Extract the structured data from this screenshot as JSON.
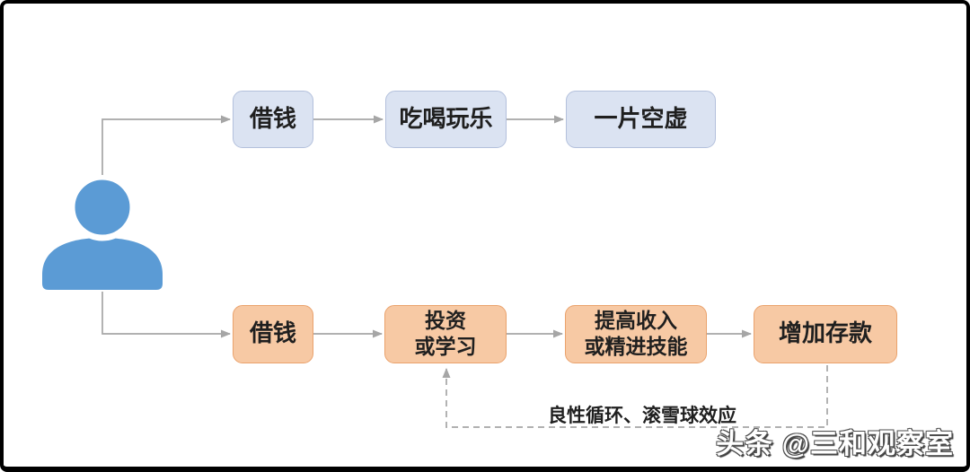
{
  "colors": {
    "top_box_fill": "#dbe3f2",
    "top_box_border": "#b3c0dc",
    "bottom_box_fill": "#f7c9a4",
    "bottom_box_border": "#eaa26c",
    "person_blue": "#5b9bd5",
    "line_gray": "#a6a6a6",
    "text_dark": "#1f1f1f",
    "frame_border": "#000000"
  },
  "top_row": [
    {
      "label": "借钱"
    },
    {
      "label": "吃喝玩乐"
    },
    {
      "label": "一片空虚"
    }
  ],
  "bottom_row": [
    {
      "label": "借钱"
    },
    {
      "label": "投资\n或学习"
    },
    {
      "label": "提高收入\n或精进技能"
    },
    {
      "label": "增加存款"
    }
  ],
  "feedback": {
    "label": "良性循环、滚雪球效应"
  },
  "watermark": {
    "text": "头条 @三和观察室"
  }
}
